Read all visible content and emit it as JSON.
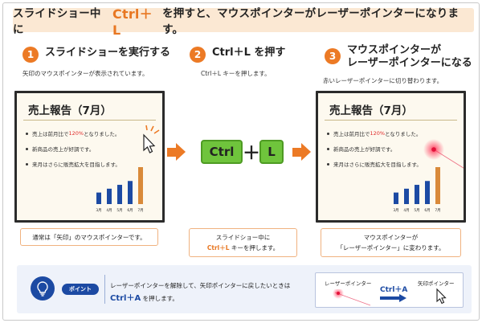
{
  "title": {
    "pre": "スライドショー中に",
    "key": "Ctrl＋L",
    "post": "を押すと、マウスポインターがレーザーポインターになります。"
  },
  "steps": [
    {
      "num": "1",
      "label": "スライドショーを実行する",
      "desc": "矢印のマウスポインターが表示されています。"
    },
    {
      "num": "2",
      "label": "Ctrl＋L を押す",
      "desc": "Ctrl＋L キーを押します。"
    },
    {
      "num": "3",
      "label_line1": "マウスポインターが",
      "label_line2": "レーザーポインターになる",
      "desc": "赤いレーザーポインターに切り替わります。"
    }
  ],
  "slide": {
    "title": "売上報告（7月）",
    "bullets": [
      {
        "pre": "売上は前月比で",
        "red": "120%",
        "post": "となりました。"
      },
      {
        "text": "新商品の売上が好調です。"
      },
      {
        "text": "来月はさらに販売拡大を目指します。"
      }
    ],
    "months": [
      "3月",
      "4月",
      "5月",
      "6月",
      "7月"
    ]
  },
  "chart_data": {
    "type": "bar",
    "categories": [
      "3月",
      "4月",
      "5月",
      "6月",
      "7月"
    ],
    "values": [
      1.5,
      2,
      2.5,
      3,
      4.8
    ],
    "highlight_index": 4,
    "color": "#1c4aa3",
    "highlight_color": "#d98a3a"
  },
  "keys": {
    "ctrl": "Ctrl",
    "plus": "＋",
    "l": "L"
  },
  "notes": {
    "n1": {
      "pre": "通常は「矢印」のマウスポインターです。"
    },
    "n2": {
      "line1": "スライドショー中に",
      "key": "Ctrl＋L",
      "post": "キーを押します。"
    },
    "n3": {
      "line1": "マウスポインターが",
      "line2": "「レーザーポインター」に変わります。"
    }
  },
  "tip": {
    "badge": "ポイント",
    "line1": "レーザーポインターを解除して、矢印ポインターに戻したいときは",
    "key": "Ctrl＋A",
    "post": "を押します。",
    "laser_label": "レーザーポインター",
    "ctrl_label": "Ctrl＋A",
    "arrow_label": "矢印ポインター"
  },
  "colors": {
    "accent": "#ec7a25",
    "key_green": "#6fc43c",
    "navy": "#1c4aa3",
    "laser": "#e3123a"
  }
}
